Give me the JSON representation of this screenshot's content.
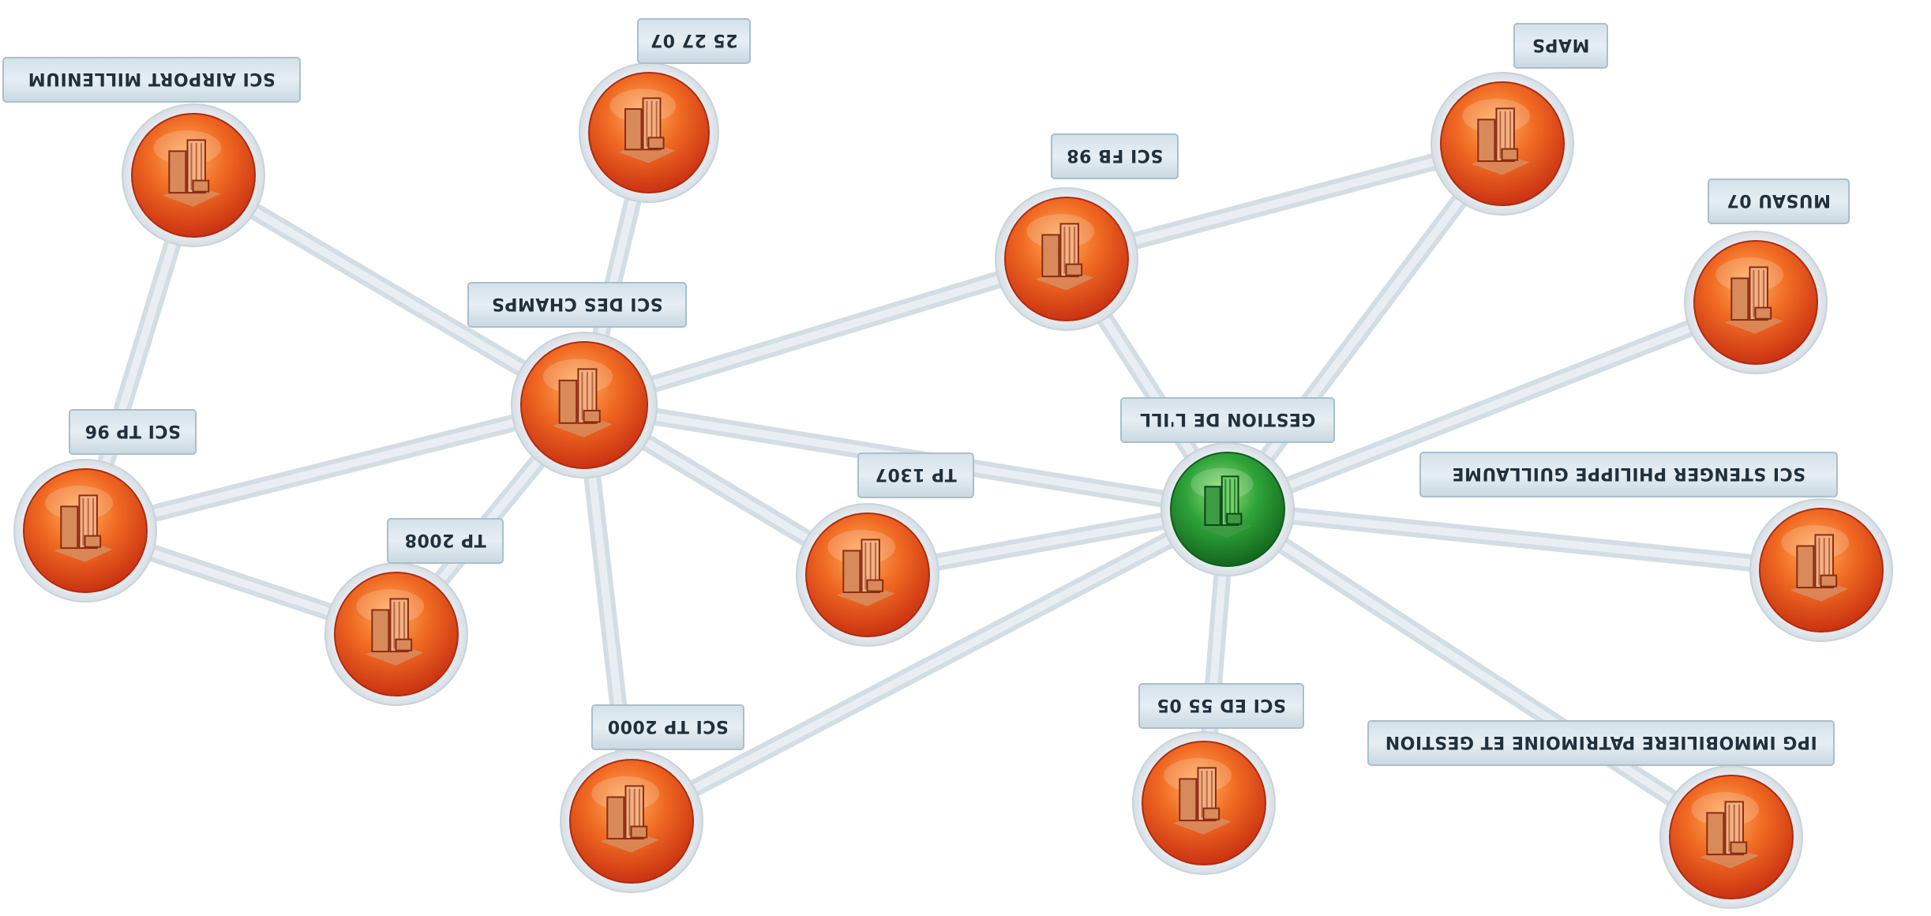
{
  "colors": {
    "company_node": "#e0431b",
    "root_node": "#1f8a2c",
    "edge": "#d2dde4",
    "label_bg": "#dbe7ee"
  },
  "nodes": [
    {
      "id": "gestion",
      "label": "GESTION DE L'ILL",
      "kind": "root",
      "icon": "building-icon"
    },
    {
      "id": "sci_des_champs",
      "label": "SCI DES CHAMPS",
      "kind": "company",
      "icon": "building-icon"
    },
    {
      "id": "sci_fb_98",
      "label": "SCI FB 98",
      "kind": "company",
      "icon": "building-icon"
    },
    {
      "id": "maps",
      "label": "MAPS",
      "kind": "company",
      "icon": "building-icon"
    },
    {
      "id": "musau_07",
      "label": "MUSAU 07",
      "kind": "company",
      "icon": "building-icon"
    },
    {
      "id": "sci_stenger",
      "label": "SCI STENGER PHILIPPE GUILLAUME",
      "kind": "company",
      "icon": "building-icon"
    },
    {
      "id": "ipg",
      "label": "IPG IMMOBILIERE PATRIMOINE ET GESTION",
      "kind": "company",
      "icon": "building-icon"
    },
    {
      "id": "sci_ed_55_05",
      "label": "SCI ED 55 05",
      "kind": "company",
      "icon": "building-icon"
    },
    {
      "id": "tp_1307",
      "label": "TP 1307",
      "kind": "company",
      "icon": "building-icon"
    },
    {
      "id": "sci_tp_2000",
      "label": "SCI TP 2000",
      "kind": "company",
      "icon": "building-icon"
    },
    {
      "id": "tp_2008",
      "label": "TP 2008",
      "kind": "company",
      "icon": "building-icon"
    },
    {
      "id": "sci_tp_96",
      "label": "SCI TP 96",
      "kind": "company",
      "icon": "building-icon"
    },
    {
      "id": "sci_airport",
      "label": "SCI AIRPORT MILLENIUM",
      "kind": "company",
      "icon": "building-icon"
    },
    {
      "id": "n_25_27_07",
      "label": "25 27 07",
      "kind": "company",
      "icon": "building-icon"
    }
  ],
  "edges": [
    [
      "gestion",
      "sci_fb_98"
    ],
    [
      "gestion",
      "maps"
    ],
    [
      "gestion",
      "musau_07"
    ],
    [
      "gestion",
      "sci_stenger"
    ],
    [
      "gestion",
      "ipg"
    ],
    [
      "gestion",
      "sci_ed_55_05"
    ],
    [
      "gestion",
      "tp_1307"
    ],
    [
      "gestion",
      "sci_tp_2000"
    ],
    [
      "sci_fb_98",
      "maps"
    ],
    [
      "sci_des_champs",
      "sci_fb_98"
    ],
    [
      "sci_des_champs",
      "n_25_27_07"
    ],
    [
      "sci_des_champs",
      "sci_airport"
    ],
    [
      "sci_des_champs",
      "sci_tp_96"
    ],
    [
      "sci_des_champs",
      "tp_2008"
    ],
    [
      "sci_des_champs",
      "sci_tp_2000"
    ],
    [
      "sci_des_champs",
      "tp_1307"
    ],
    [
      "sci_des_champs",
      "gestion"
    ],
    [
      "sci_airport",
      "sci_tp_96"
    ],
    [
      "sci_tp_96",
      "tp_2008"
    ]
  ]
}
